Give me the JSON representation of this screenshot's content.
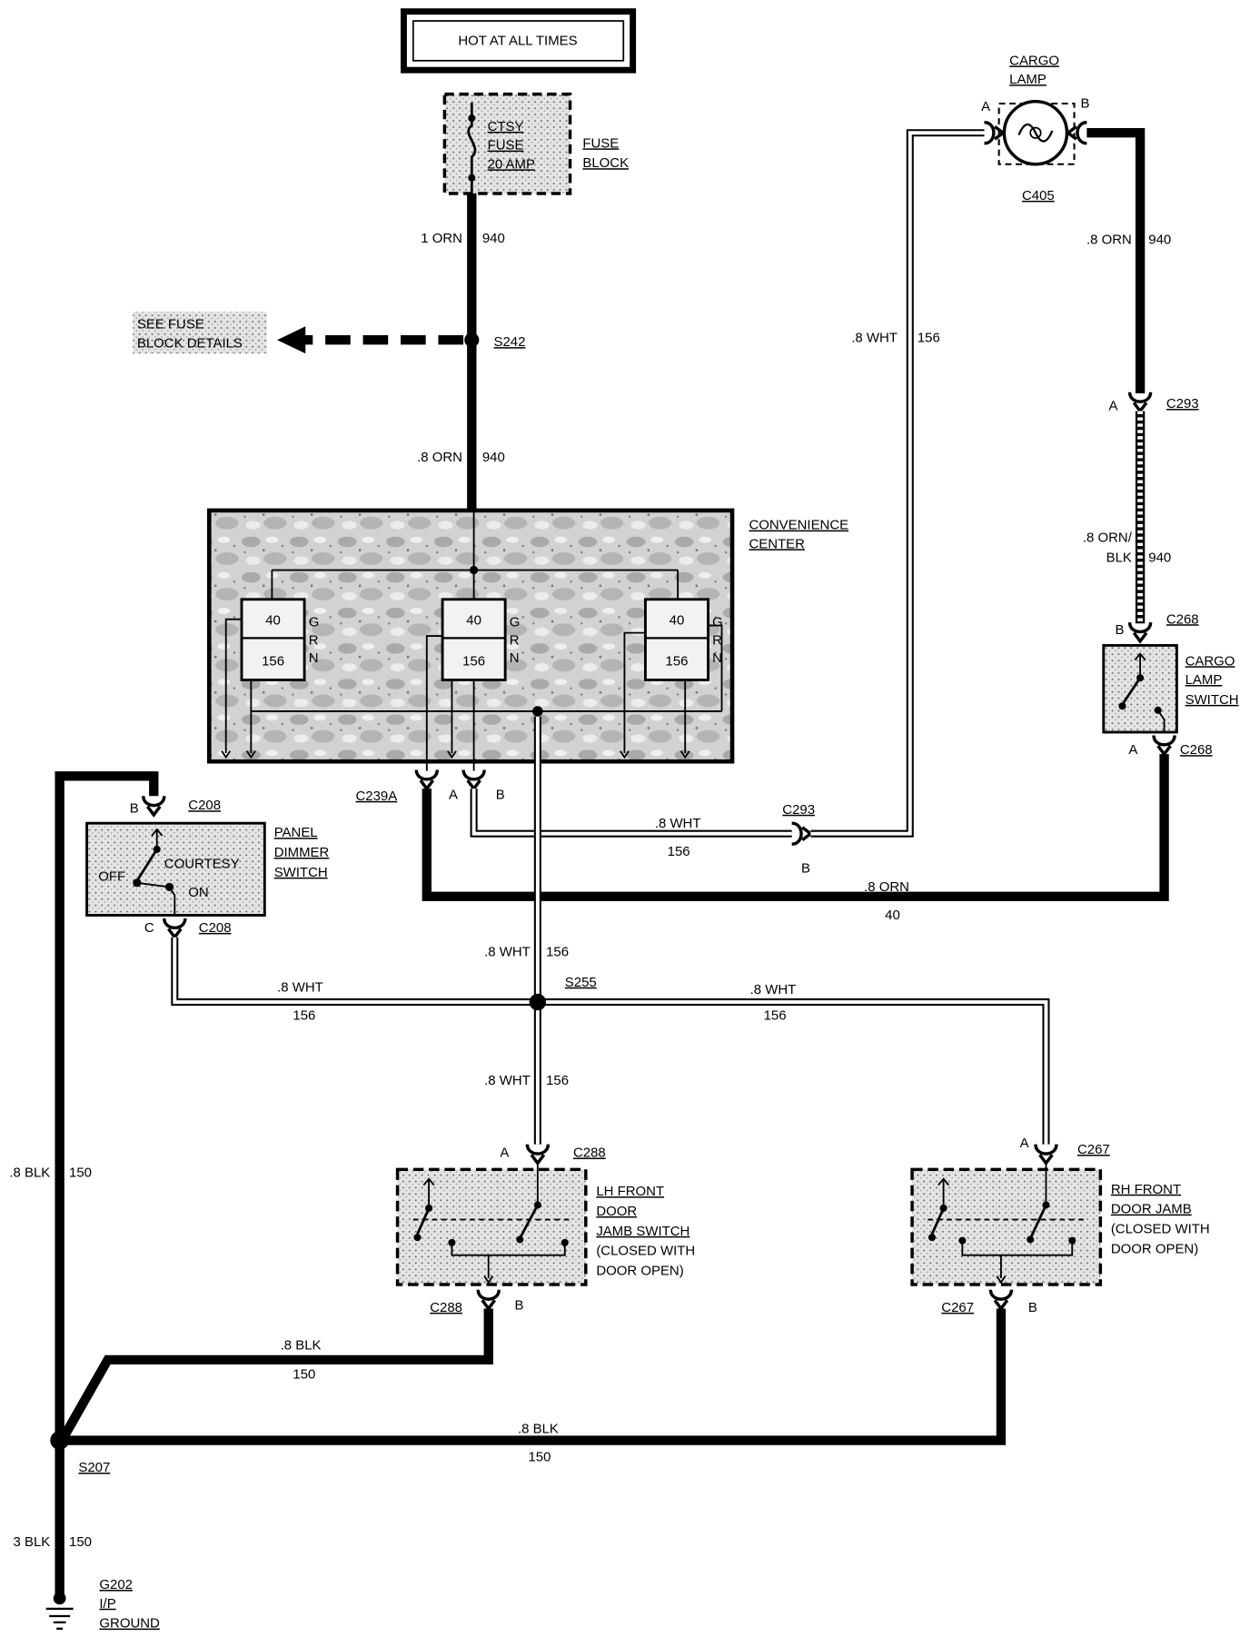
{
  "power_source": {
    "label": "HOT AT ALL TIMES"
  },
  "fuse": {
    "name": "CTSY",
    "type": "FUSE",
    "rating": "20 AMP",
    "block_label": [
      "FUSE",
      "BLOCK"
    ]
  },
  "note_fuse_block": [
    "SEE FUSE",
    "BLOCK DETAILS"
  ],
  "splices": {
    "s242": "S242",
    "s255": "S255",
    "s207": "S207"
  },
  "wires": {
    "fuse_to_s242": {
      "size_color": "1 ORN",
      "circuit": "940"
    },
    "s242_to_center": {
      "size_color": ".8 ORN",
      "circuit": "940"
    },
    "center_to_c293": {
      "size_color": ".8 WHT",
      "circuit": "156"
    },
    "c293_to_cargo_lamp": {
      "size_color": ".8 WHT",
      "circuit": "156"
    },
    "cargo_lamp_to_c293": {
      "size_color": ".8 ORN",
      "circuit": "940"
    },
    "c293_to_c268": {
      "size_color": [
        ".8 ORN/",
        "BLK"
      ],
      "circuit": "940"
    },
    "c268_to_center": {
      "size_color": ".8 ORN",
      "circuit": "40"
    },
    "center_to_s255": {
      "size_color": ".8 WHT",
      "circuit": "156"
    },
    "c208_to_s255": {
      "size_color": ".8 WHT",
      "circuit": "156"
    },
    "s255_to_c267": {
      "size_color": ".8 WHT",
      "circuit": "156"
    },
    "s255_to_c288": {
      "size_color": ".8 WHT",
      "circuit": "156"
    },
    "c208_to_s207": {
      "size_color": ".8 BLK",
      "circuit": "150"
    },
    "c288_to_s207": {
      "size_color": ".8 BLK",
      "circuit": "150"
    },
    "c267_to_s207": {
      "size_color": ".8 BLK",
      "circuit": "150"
    },
    "s207_to_ground": {
      "size_color": "3 BLK",
      "circuit": "150"
    }
  },
  "convenience_center": {
    "label": [
      "CONVENIENCE",
      "CENTER"
    ],
    "connector": "C239A",
    "pin_a": "A",
    "pin_b": "B",
    "modules": [
      {
        "top": "40",
        "bottom": "156",
        "color": [
          "G",
          "R",
          "N"
        ]
      },
      {
        "top": "40",
        "bottom": "156",
        "color": [
          "G",
          "R",
          "N"
        ]
      },
      {
        "top": "40",
        "bottom": "156",
        "color": [
          "G",
          "R",
          "N"
        ]
      }
    ]
  },
  "connector_c293": {
    "name": "C293",
    "pin_a": "A",
    "pin_b": "B"
  },
  "cargo_lamp": {
    "label": [
      "CARGO",
      "LAMP"
    ],
    "connector": "C405",
    "pin_a": "A",
    "pin_b": "B"
  },
  "cargo_lamp_switch": {
    "label": [
      "CARGO",
      "LAMP",
      "SWITCH"
    ],
    "connector": "C268",
    "pin_a": "A",
    "pin_b": "B"
  },
  "panel_dimmer_switch": {
    "label": [
      "PANEL",
      "DIMMER",
      "SWITCH"
    ],
    "connector": "C208",
    "pin_b": "B",
    "pin_c": "C",
    "positions": {
      "courtesy": "COURTESY",
      "off": "OFF",
      "on": "ON"
    }
  },
  "lh_door_jamb_switch": {
    "label": [
      "LH FRONT",
      "DOOR",
      "JAMB SWITCH"
    ],
    "note": [
      "(CLOSED WITH",
      "DOOR OPEN)"
    ],
    "connector": "C288",
    "pin_a": "A",
    "pin_b": "B"
  },
  "rh_door_jamb_switch": {
    "label": [
      "RH FRONT",
      "DOOR JAMB"
    ],
    "note": [
      "(CLOSED WITH",
      "DOOR OPEN)"
    ],
    "connector": "C267",
    "pin_a": "A",
    "pin_b": "B"
  },
  "ground": {
    "name": "G202",
    "label": [
      "I/P",
      "GROUND"
    ]
  }
}
